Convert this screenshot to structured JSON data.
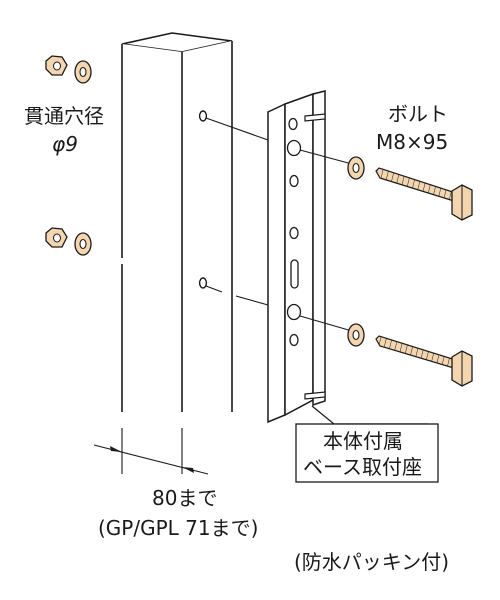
{
  "labels": {
    "hole_title": "貫通穴径",
    "hole_value": "φ9",
    "bolt_title": "ボルト",
    "bolt_spec": "M8×95",
    "bracket_line1": "本体付属",
    "bracket_line2": "ベース取付座",
    "dim_value": "80まで",
    "dim_note": "(GP/GPL 71まで)",
    "packing_note": "(防水パッキン付)"
  },
  "colors": {
    "line": "#1a1a1a",
    "washer_fill": "#f3d5b0",
    "bolt_fill": "#f3d5b0",
    "post_fill": "#ffffff"
  },
  "icons": {
    "nut": "hex-nut-icon",
    "washer": "washer-icon",
    "bolt": "hex-bolt-icon"
  }
}
